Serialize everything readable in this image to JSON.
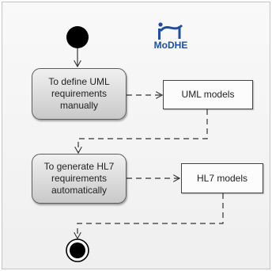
{
  "logo": {
    "text": "MoDHE"
  },
  "activities": [
    {
      "label_lines": [
        "To define UML",
        "requirements",
        "manually"
      ]
    },
    {
      "label_lines": [
        "To generate HL7",
        "requirements",
        "automatically"
      ]
    }
  ],
  "artifacts": [
    {
      "label": "UML models"
    },
    {
      "label": "HL7 models"
    }
  ],
  "colors": {
    "logo_blue": "#1f4f9c",
    "node_fill": "#d9d9d9",
    "border": "#5c5c5c"
  }
}
